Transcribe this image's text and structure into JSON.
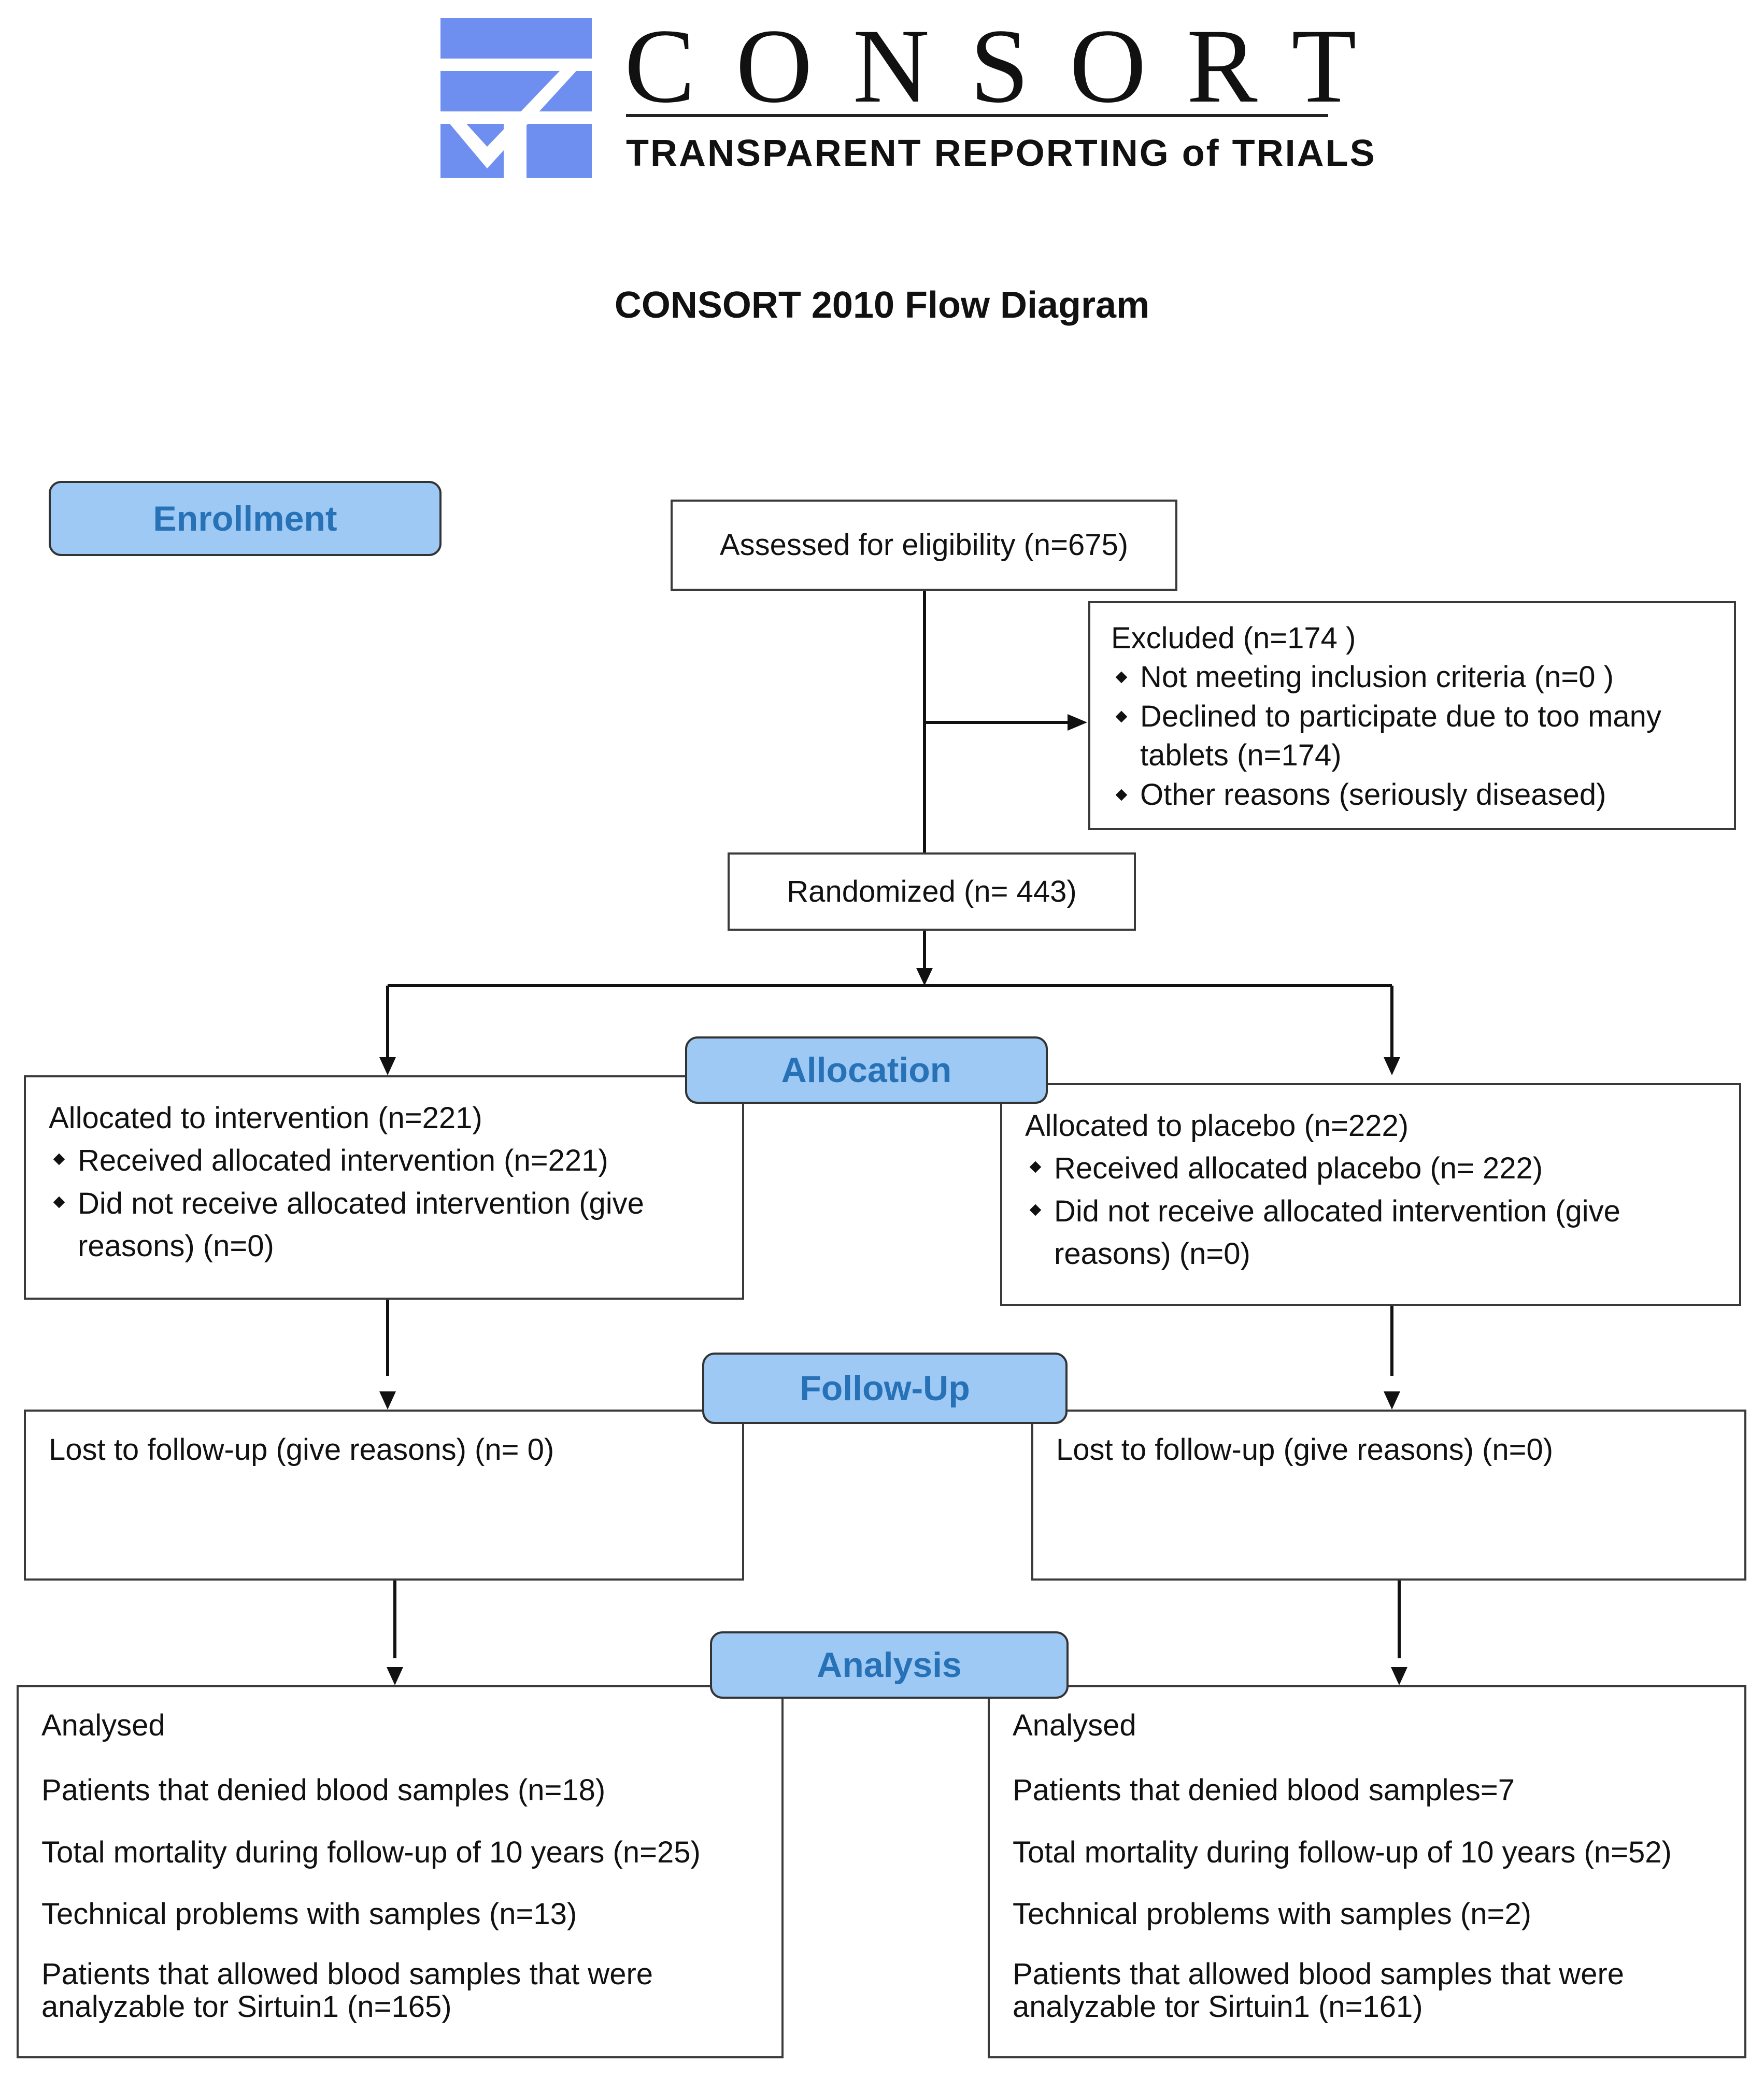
{
  "logo": {
    "wordmark": "CONSORT",
    "tagline": "TRANSPARENT REPORTING of TRIALS",
    "color": "#6f8ff0"
  },
  "title": "CONSORT 2010 Flow Diagram",
  "stages": {
    "enrollment": "Enrollment",
    "allocation": "Allocation",
    "follow_up": "Follow-Up",
    "analysis": "Analysis"
  },
  "assessed": "Assessed for eligibility (n=675)",
  "excluded": {
    "title": "Excluded (n=174   )",
    "items": [
      "Not meeting inclusion criteria (n=0 )",
      "Declined to participate due to too many",
      "Other reasons (seriously diseased)"
    ],
    "item2_cont": "tablets (n=174)"
  },
  "randomized": "Randomized (n= 443)",
  "intervention": {
    "title": "Allocated to intervention (n=221)",
    "received": "Received allocated intervention (n=221)",
    "not_received": "Did not receive allocated intervention (give",
    "not_received_cont": "reasons) (n=0)",
    "lost": "Lost to follow-up (give reasons) (n= 0)",
    "analysed": "Analysed",
    "denied": "Patients that denied blood samples (n=18)",
    "mortality": "Total mortality during follow-up of 10 years (n=25)",
    "technical": "Technical problems with samples (n=13)",
    "allowed_1": "Patients that allowed blood samples that were",
    "allowed_2": "analyzable tor Sirtuin1 (n=165)"
  },
  "placebo": {
    "title": "Allocated to placebo (n=222)",
    "received": "Received allocated placebo (n= 222)",
    "not_received": "Did not receive allocated intervention (give",
    "not_received_cont": "reasons) (n=0)",
    "lost": "Lost to follow-up (give reasons) (n=0)",
    "analysed": "Analysed",
    "denied": "Patients that denied blood samples=7",
    "mortality": "Total mortality during follow-up of 10 years (n=52)",
    "technical": "Technical problems with samples (n=2)",
    "allowed_1": "Patients that allowed blood samples that were",
    "allowed_2": "analyzable tor Sirtuin1 (n=161)"
  }
}
